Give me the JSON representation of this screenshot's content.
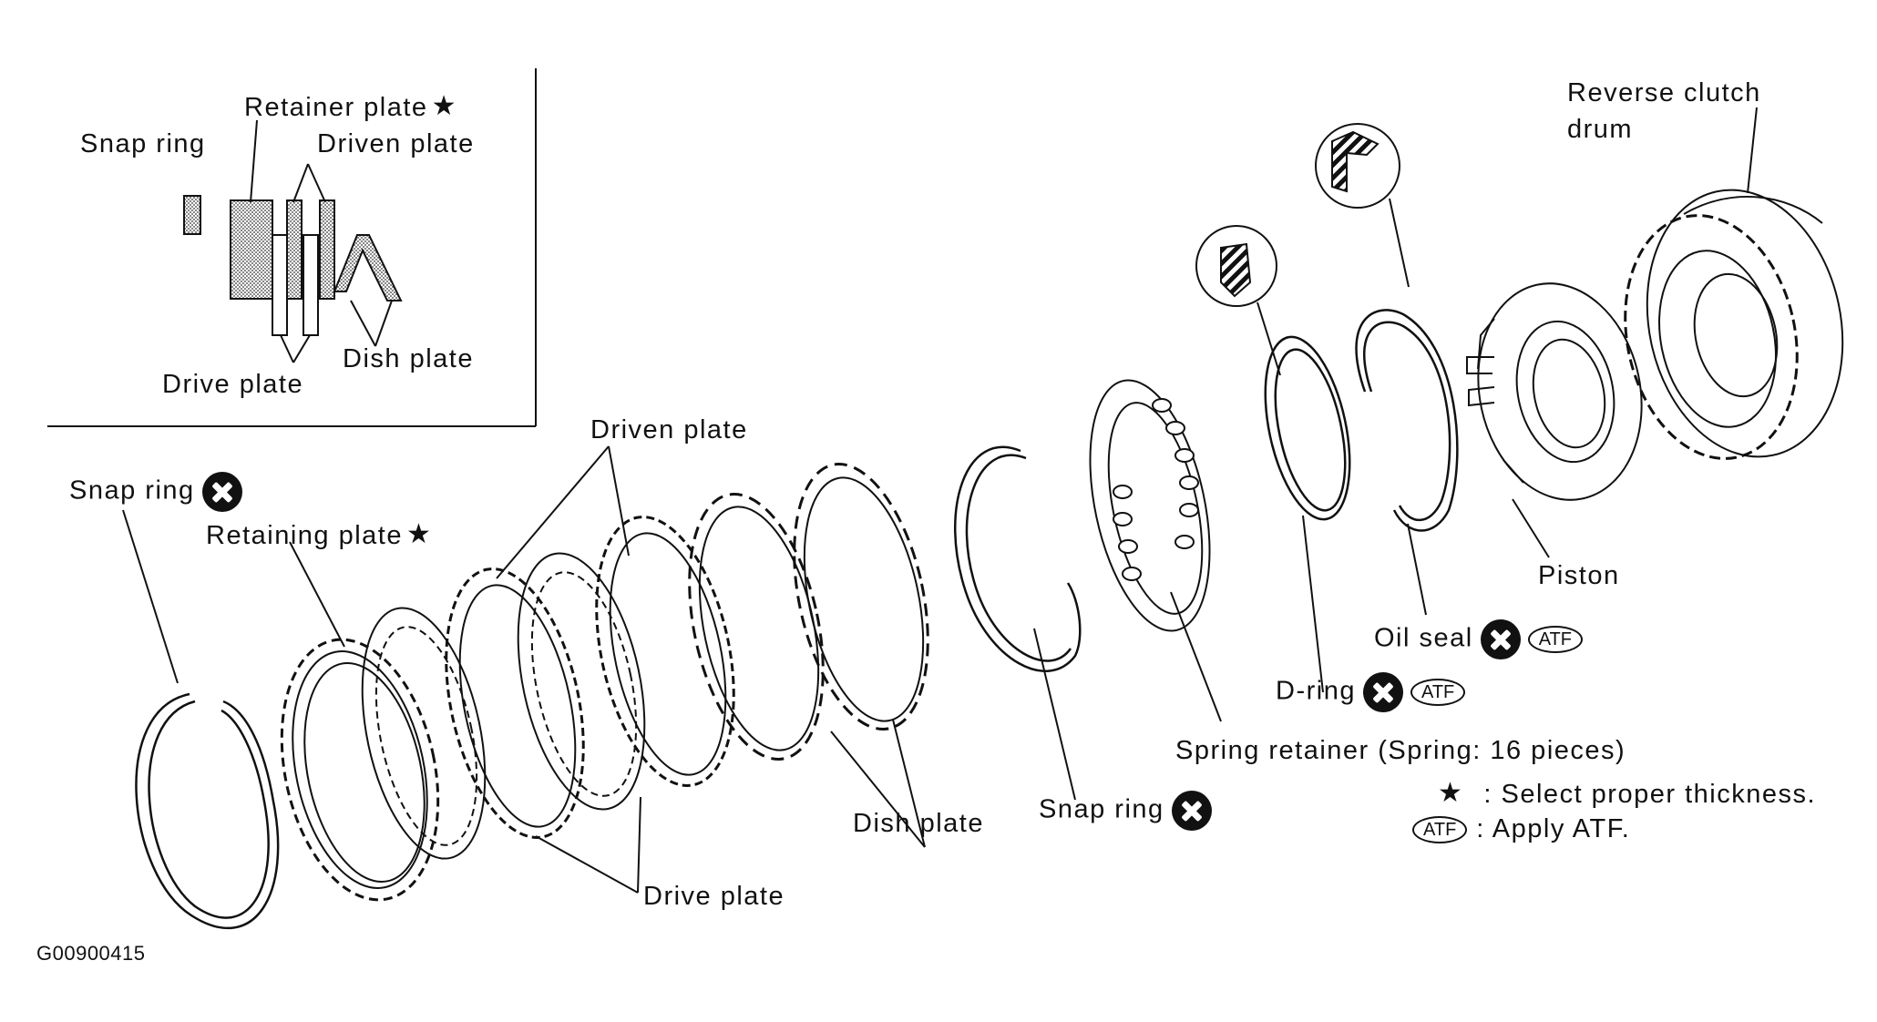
{
  "inset": {
    "snap_ring": "Snap ring",
    "retainer_plate": "Retainer plate",
    "driven_plate": "Driven plate",
    "drive_plate": "Drive plate",
    "dish_plate": "Dish plate"
  },
  "labels": {
    "snap_ring_left": "Snap ring",
    "retaining_plate": "Retaining plate",
    "driven_plate": "Driven plate",
    "drive_plate": "Drive plate",
    "dish_plate": "Dish plate",
    "snap_ring_mid": "Snap ring",
    "spring_retainer": "Spring retainer (Spring: 16 pieces)",
    "d_ring": "D-ring",
    "oil_seal": "Oil seal",
    "piston": "Piston",
    "reverse_clutch_drum_1": "Reverse clutch",
    "reverse_clutch_drum_2": "drum"
  },
  "legend": {
    "star_symbol": "★",
    "star_text": ": Select proper thickness.",
    "atf_symbol": "ATF",
    "atf_text": ": Apply ATF."
  },
  "symbols": {
    "star": "★",
    "atf": "ATF"
  },
  "figure_id": "G00900415"
}
